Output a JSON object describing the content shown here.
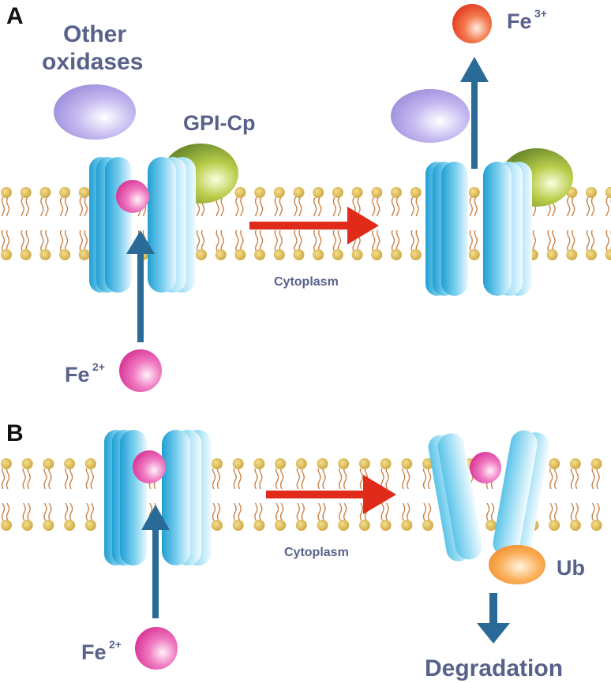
{
  "panels": {
    "a": {
      "letter": "A",
      "other_oxidases_line1": "Other",
      "other_oxidases_line2": "oxidases",
      "gpi_cp": "GPI-Cp",
      "cytoplasm": "Cytoplasm",
      "fe2_base": "Fe",
      "fe2_sup": "2+",
      "fe3_base": "Fe",
      "fe3_sup": "3+"
    },
    "b": {
      "letter": "B",
      "cytoplasm": "Cytoplasm",
      "fe2_base": "Fe",
      "fe2_sup": "2+",
      "ub": "Ub",
      "degradation": "Degradation"
    }
  },
  "colors": {
    "membrane_head": "#d9b54a",
    "membrane_tail": "#c47a3a",
    "transporter": "#29a7d6",
    "fe2_ion": "#e03fa0",
    "fe3_ion": "#e8452a",
    "oxidase": "#a99ae0",
    "gpi_cp": "#8aa63a",
    "ubiquitin": "#f58a2a",
    "flux_arrow": "#2a6a96",
    "transition_arrow": "#e02a1a",
    "label_text": "#59618a"
  }
}
